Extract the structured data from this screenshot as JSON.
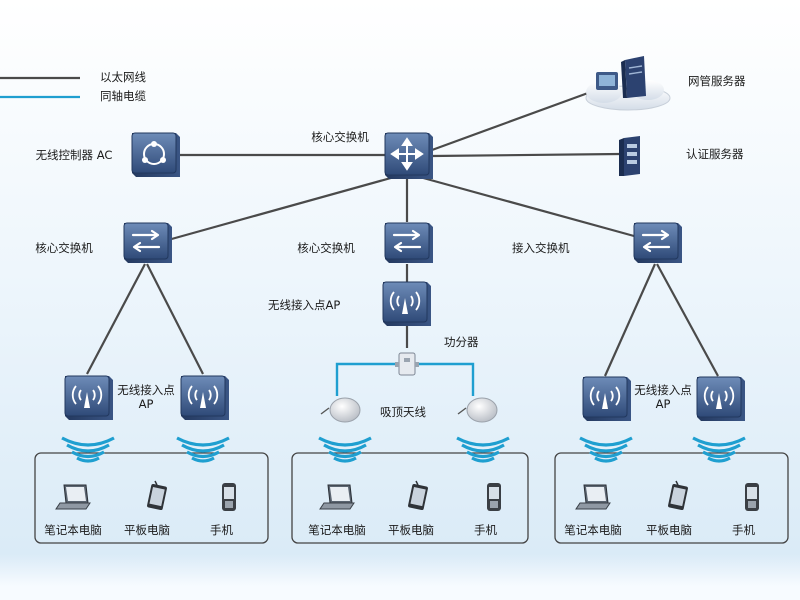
{
  "legend": {
    "ethernet": "以太网线",
    "coax": "同轴电缆"
  },
  "colors": {
    "ethernet": "#4a4a4a",
    "coax": "#1f9fd0",
    "device": "#3e5a88"
  },
  "nodes": {
    "core_switch": "核心交换机",
    "nms_server": "网管服务器",
    "auth_server": "认证服务器",
    "ac": "无线控制器 AC",
    "left_switch": "核心交换机",
    "center_switch": "核心交换机",
    "right_switch": "接入交换机",
    "center_ap": "无线接入点AP",
    "splitter": "功分器",
    "ceiling_antenna": "吸顶天线",
    "left_ap": "无线接入点AP",
    "right_ap": "无线接入点AP"
  },
  "clients": [
    "笔记本电脑",
    "平板电脑",
    "手机"
  ]
}
